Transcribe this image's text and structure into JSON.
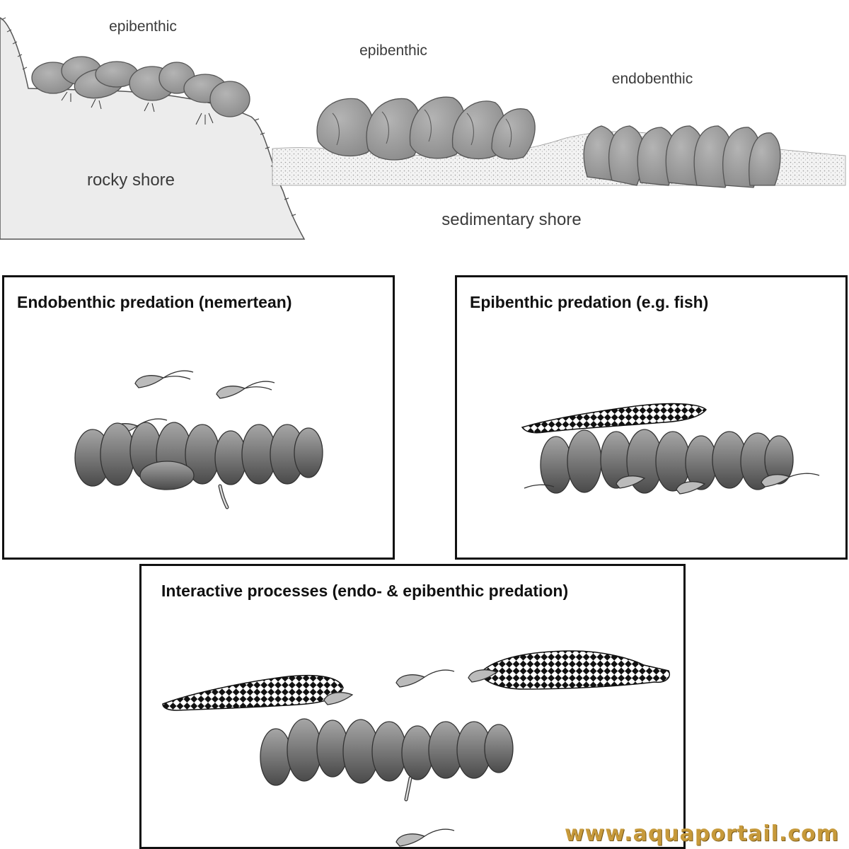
{
  "scene": {
    "labels": {
      "rocky_epibenthic": "epibenthic",
      "sediment_epibenthic": "epibenthic",
      "endobenthic": "endobenthic",
      "rocky_shore": "rocky shore",
      "sedimentary_shore": "sedimentary shore"
    }
  },
  "panels": {
    "endobenthic": {
      "title": "Endobenthic predation (nemertean)"
    },
    "epibenthic": {
      "title": "Epibenthic predation (e.g. fish)"
    },
    "interactive": {
      "title": "Interactive processes (endo- & epibenthic predation)"
    }
  },
  "watermark": "www.aquaportail.com",
  "colors": {
    "mussel_fill": "#9a9a9a",
    "rock_fill": "#ececec",
    "sand_fill": "#f1f1f1",
    "watermark": "#c79a3b"
  }
}
